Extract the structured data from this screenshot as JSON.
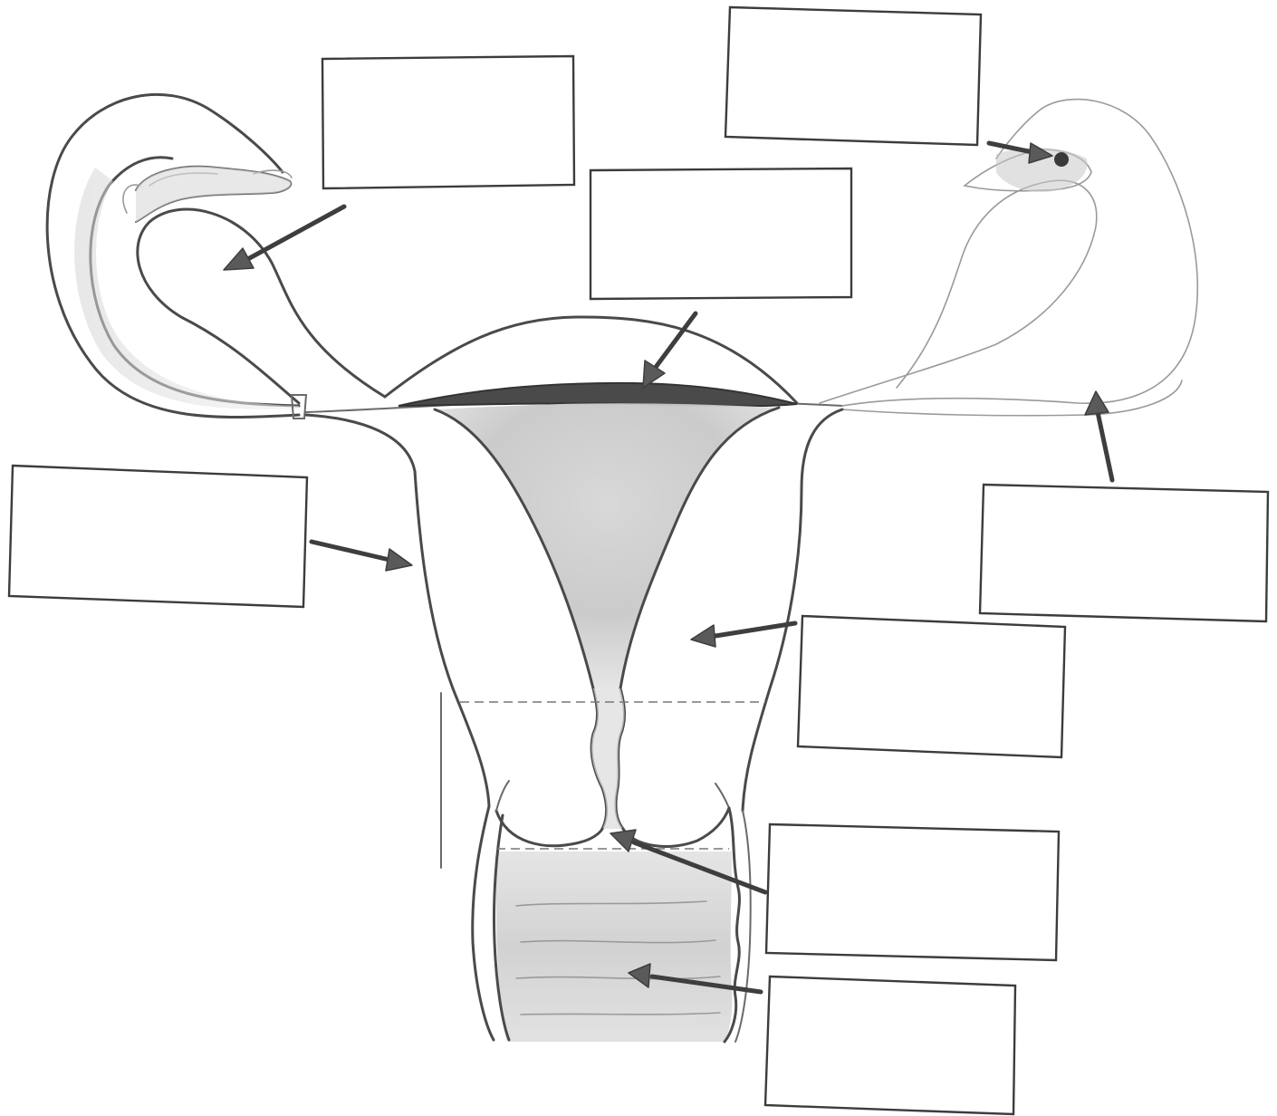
{
  "diagram": {
    "colors": {
      "line": "#4a4a4a",
      "shading": "#cfcfcf",
      "background": "#ffffff"
    },
    "labels": [
      {
        "id": "label-ovary",
        "text": ""
      },
      {
        "id": "label-egg",
        "text": ""
      },
      {
        "id": "label-endometrium",
        "text": ""
      },
      {
        "id": "label-uterine-wall",
        "text": ""
      },
      {
        "id": "label-fallopian-tube",
        "text": ""
      },
      {
        "id": "label-myometrium",
        "text": ""
      },
      {
        "id": "label-cervix",
        "text": ""
      },
      {
        "id": "label-vagina",
        "text": ""
      }
    ]
  }
}
